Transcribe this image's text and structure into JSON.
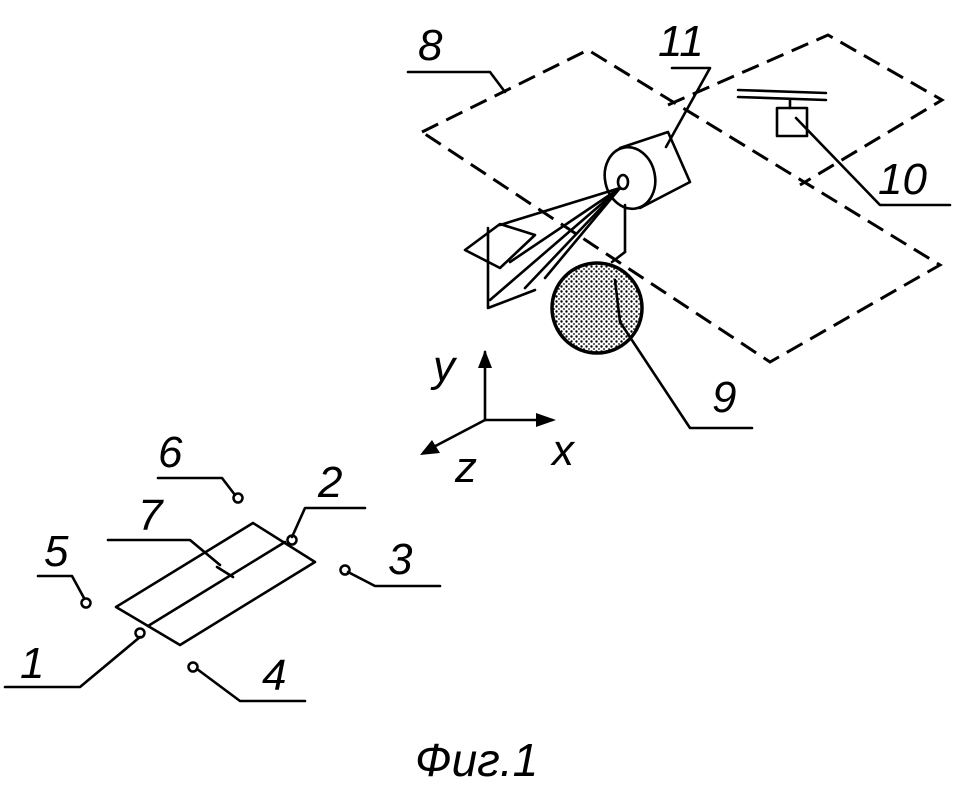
{
  "labels": {
    "l1": "1",
    "l2": "2",
    "l3": "3",
    "l4": "4",
    "l5": "5",
    "l6": "6",
    "l7": "7",
    "l8": "8",
    "l9": "9",
    "l10": "10",
    "l11": "11"
  },
  "axes": {
    "x": "x",
    "y": "y",
    "z": "z"
  },
  "caption": "Фиг.1"
}
